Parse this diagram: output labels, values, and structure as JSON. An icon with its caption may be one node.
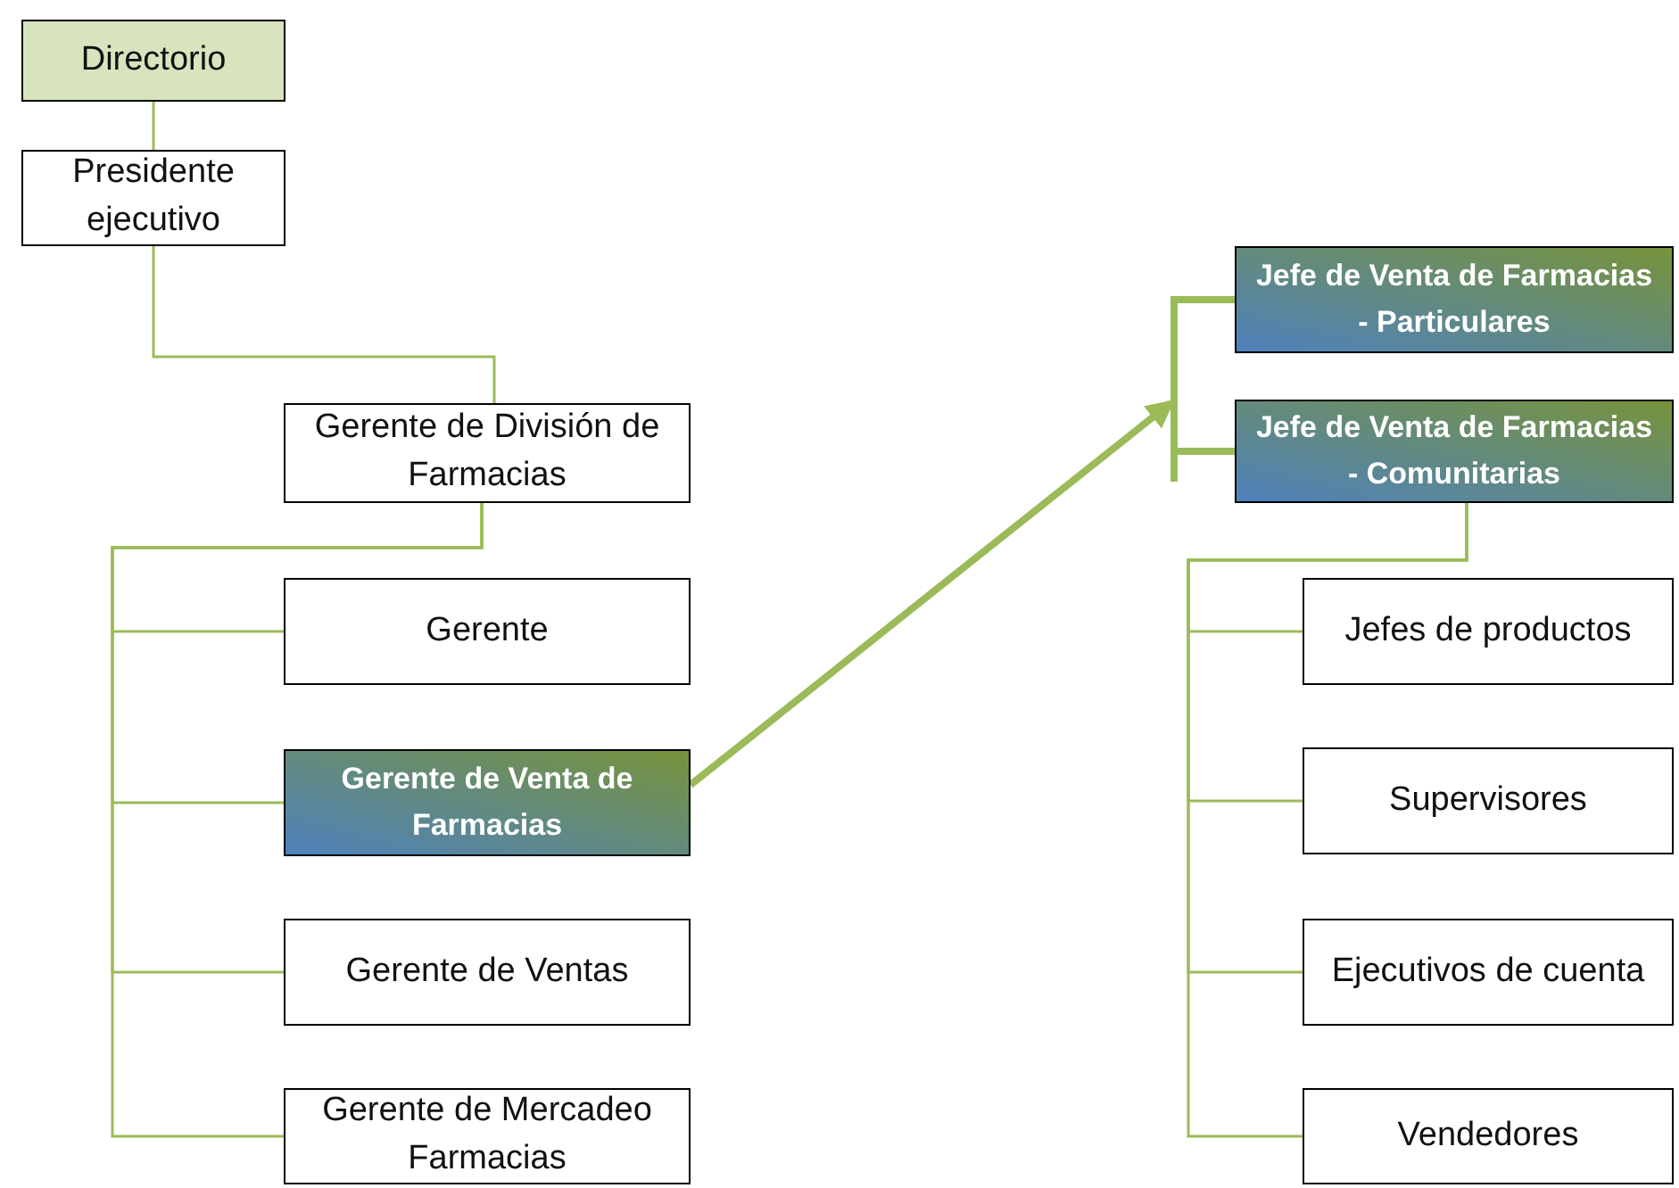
{
  "diagram": {
    "nodes": [
      {
        "text": [
          "Directorio"
        ]
      },
      {
        "text": [
          "Presidente ejecutivo"
        ]
      },
      {
        "text": [
          "Gerente de División de Farmacias"
        ]
      },
      {
        "text": [
          "Gerente"
        ]
      },
      {
        "text": [
          "Gerente de Venta de Farmacias"
        ]
      },
      {
        "text": [
          "Gerente de Ventas"
        ]
      },
      {
        "text": [
          "Gerente de Mercadeo Farmacias"
        ]
      },
      {
        "text": [
          "Jefe de Venta de Farmacias - Particulares"
        ]
      },
      {
        "text": [
          "Jefe de Venta de Farmacias - Comunitarias"
        ]
      },
      {
        "text": [
          "Jefes de productos"
        ]
      },
      {
        "text": [
          "Supervisores"
        ]
      },
      {
        "text": [
          "Ejecutivos de cuenta"
        ]
      },
      {
        "text": [
          "Vendedores"
        ]
      },
      {
        "text": [],
        "shape": "bar"
      }
    ],
    "edges": [
      {
        "from": 0,
        "to": 1,
        "arrow": "none"
      },
      {
        "from": 1,
        "to": 2,
        "arrow": "none"
      },
      {
        "from": 2,
        "to": 3,
        "arrow": "none"
      },
      {
        "from": 2,
        "to": 4,
        "arrow": "none"
      },
      {
        "from": 2,
        "to": 5,
        "arrow": "none"
      },
      {
        "from": 2,
        "to": 6,
        "arrow": "none"
      },
      {
        "from": 4,
        "to": 13,
        "arrow": "to",
        "style": "thick"
      },
      {
        "from": 13,
        "to": 7,
        "arrow": "none",
        "style": "thick"
      },
      {
        "from": 13,
        "to": 8,
        "arrow": "none",
        "style": "thick"
      },
      {
        "from": 8,
        "to": 9,
        "arrow": "none"
      },
      {
        "from": 8,
        "to": 10,
        "arrow": "none"
      },
      {
        "from": 8,
        "to": 11,
        "arrow": "none"
      },
      {
        "from": 8,
        "to": 12,
        "arrow": "none"
      }
    ]
  }
}
